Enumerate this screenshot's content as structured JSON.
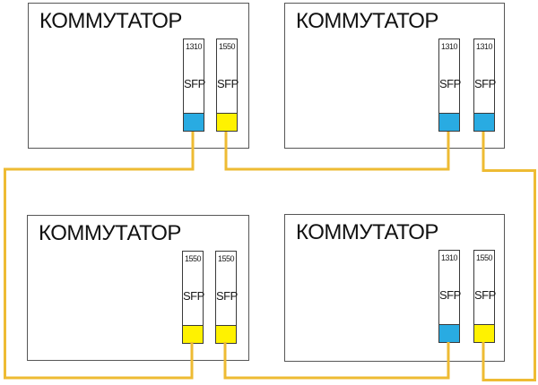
{
  "diagram": {
    "type": "network-fiber-wdm-diagram",
    "background": "#ffffff",
    "colors": {
      "cable": "#eebb33",
      "wavelength_1310": "#29abe2",
      "wavelength_1550": "#fff200",
      "box_border": "#565656",
      "module_border": "#3a3a3a",
      "text": "#111111"
    },
    "switches": [
      {
        "id": "top-left",
        "label": "КОММУТАТОР",
        "modules": [
          {
            "wavelength": "1310",
            "type": "SFP",
            "indicator_color": "#29abe2"
          },
          {
            "wavelength": "1550",
            "type": "SFP",
            "indicator_color": "#fff200"
          }
        ]
      },
      {
        "id": "top-right",
        "label": "КОММУТАТОР",
        "modules": [
          {
            "wavelength": "1310",
            "type": "SFP",
            "indicator_color": "#29abe2"
          },
          {
            "wavelength": "1310",
            "type": "SFP",
            "indicator_color": "#29abe2"
          }
        ]
      },
      {
        "id": "bottom-left",
        "label": "КОММУТАТОР",
        "modules": [
          {
            "wavelength": "1550",
            "type": "SFP",
            "indicator_color": "#fff200"
          },
          {
            "wavelength": "1550",
            "type": "SFP",
            "indicator_color": "#fff200"
          }
        ]
      },
      {
        "id": "bottom-right",
        "label": "КОММУТАТОР",
        "modules": [
          {
            "wavelength": "1310",
            "type": "SFP",
            "indicator_color": "#29abe2"
          },
          {
            "wavelength": "1550",
            "type": "SFP",
            "indicator_color": "#fff200"
          }
        ]
      }
    ],
    "links": [
      {
        "from": "top-left module 1 (1310)",
        "to": "bottom-left module 1 (1550)",
        "route": "left-edge"
      },
      {
        "from": "top-left module 2 (1550)",
        "to": "top-right module 1 (1310)",
        "route": "middle-top"
      },
      {
        "from": "bottom-left module 2 (1550)",
        "to": "bottom-right module 1 (1310)",
        "route": "middle-bottom"
      },
      {
        "from": "top-right module 2 (1310)",
        "to": "bottom-right module 2 (1550)",
        "route": "right-edge"
      }
    ]
  }
}
